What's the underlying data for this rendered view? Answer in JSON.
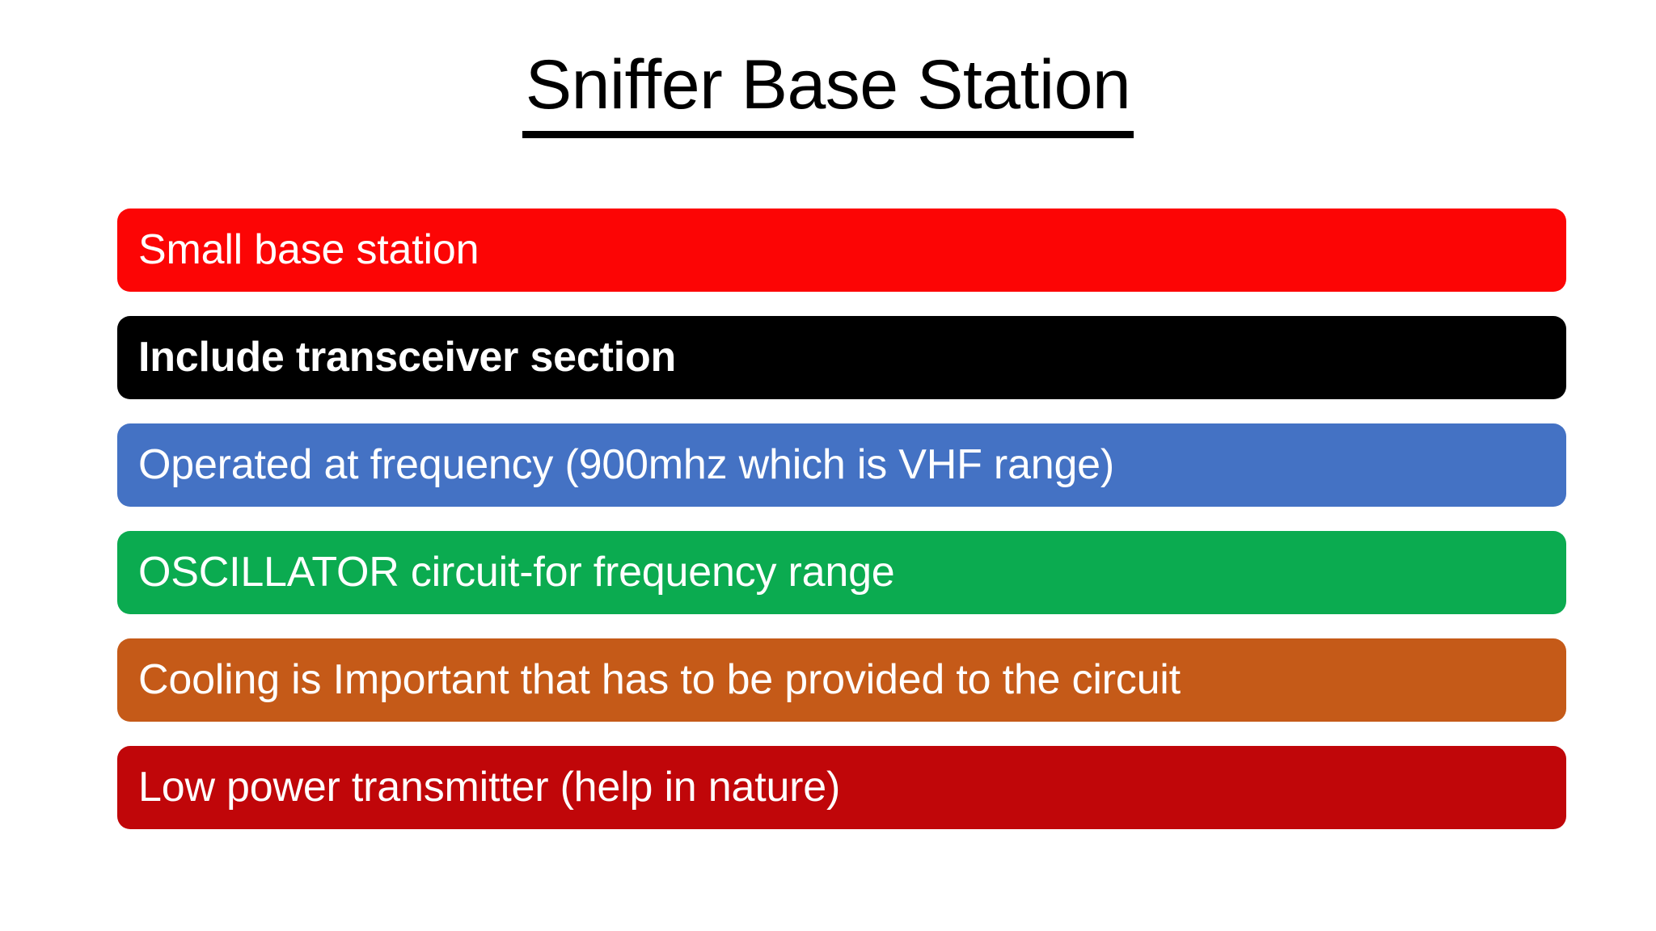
{
  "slide": {
    "title": "Sniffer Base Station",
    "background_color": "#FFFFFF",
    "title_color": "#000000",
    "text_color": "#FFFFFF"
  },
  "bars": [
    {
      "label": "Small base station",
      "color": "#FC0505",
      "bold": false
    },
    {
      "label": "Include transceiver section",
      "color": "#000000",
      "bold": true
    },
    {
      "label": "Operated at frequency (900mhz which is VHF range)",
      "color": "#4472C4",
      "bold": false
    },
    {
      "label": "OSCILLATOR circuit-for frequency range",
      "color": "#0BAB50",
      "bold": false
    },
    {
      "label": "Cooling is Important that has to be provided to the circuit",
      "color": "#C55A18",
      "bold": false
    },
    {
      "label": "Low power transmitter (help in nature)",
      "color": "#C00609",
      "bold": false
    }
  ]
}
